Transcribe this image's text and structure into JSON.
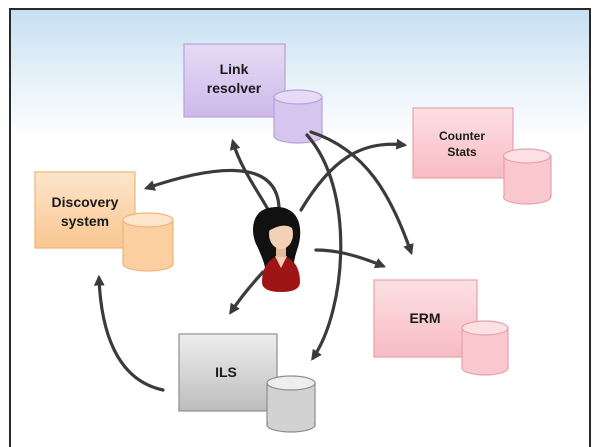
{
  "nodes": {
    "link_resolver": {
      "line1": "Link",
      "line2": "resolver",
      "fill": "#d9c8ef",
      "stroke": "#b7a2d8"
    },
    "counter_stats": {
      "line1": "Counter",
      "line2": "Stats",
      "fill": "#fad0d4",
      "stroke": "#e8a2aa"
    },
    "discovery": {
      "line1": "Discovery",
      "line2": "system",
      "fill": "#fbd7b0",
      "stroke": "#f0b479"
    },
    "erm": {
      "label": "ERM",
      "fill": "#fad0d4",
      "stroke": "#e8a2aa"
    },
    "ils": {
      "label": "ILS",
      "fill": "#d4d4d4",
      "stroke": "#8e8e8e"
    }
  },
  "colors": {
    "arrow": "#3b3b3b",
    "background_top": "#c5dff1",
    "frame": "#2a2a2a"
  },
  "icons": {
    "center": "user-woman-icon"
  }
}
